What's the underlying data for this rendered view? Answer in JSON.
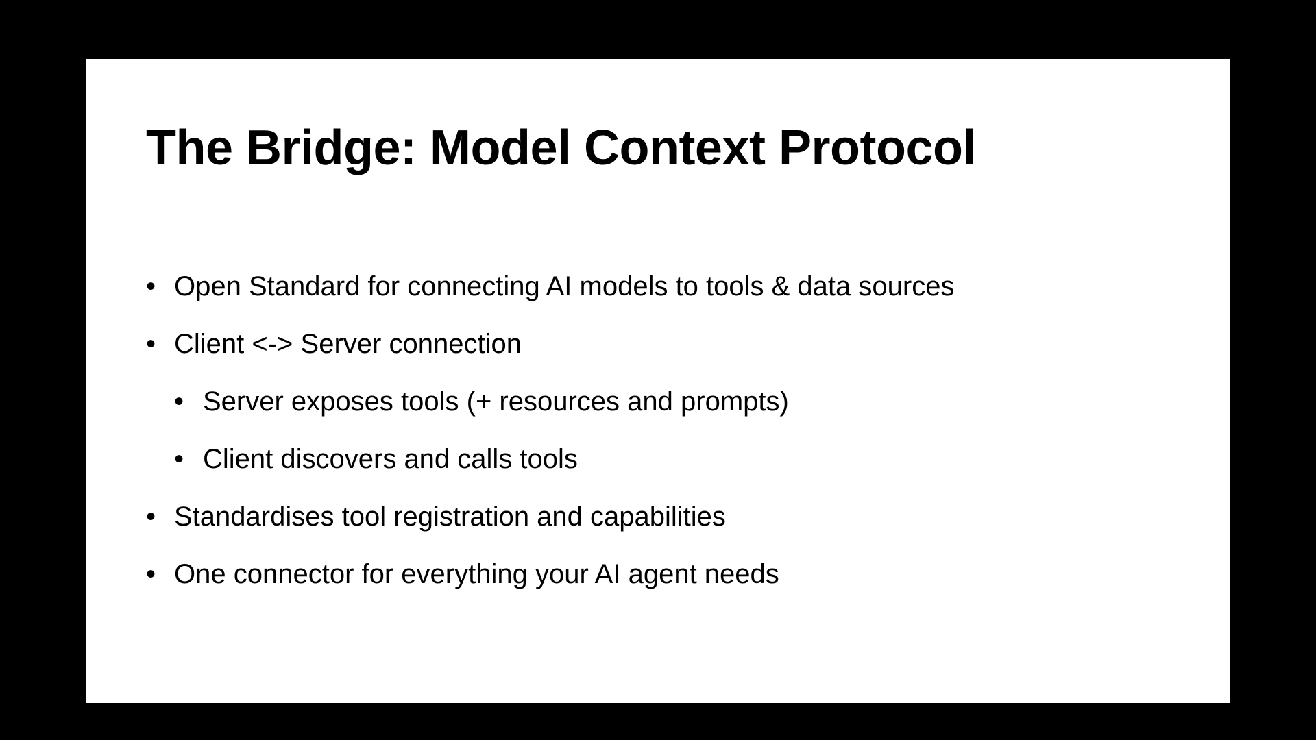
{
  "slide": {
    "title": "The Bridge: Model Context Protocol",
    "bullet_glyph": "•",
    "bullets": [
      {
        "text": "Open Standard for connecting AI models to tools & data sources",
        "level": 1
      },
      {
        "text": "Client <-> Server connection",
        "level": 1
      },
      {
        "text": "Server exposes tools (+ resources and prompts)",
        "level": 2
      },
      {
        "text": "Client discovers and calls tools",
        "level": 2
      },
      {
        "text": "Standardises tool registration and capabilities",
        "level": 1
      },
      {
        "text": "One connector for everything your AI agent needs",
        "level": 1
      }
    ]
  },
  "colors": {
    "background": "#000000",
    "slide": "#ffffff",
    "text": "#000000"
  }
}
